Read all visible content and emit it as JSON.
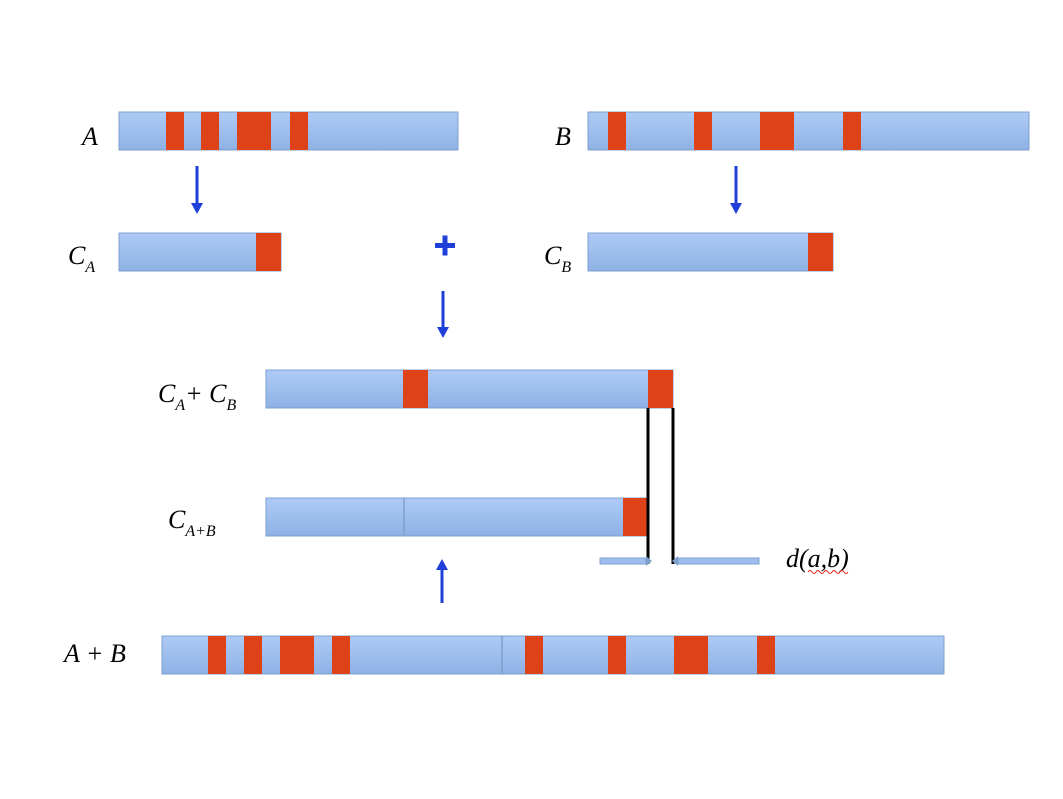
{
  "labels": {
    "a": "A",
    "b": "B",
    "ca_main": "C",
    "ca_sub": "A",
    "cb_main": "C",
    "cb_sub": "B",
    "sum_c1": "C",
    "sum_s1": "A",
    "sum_plus": "+ C",
    "sum_s2": "B",
    "cab_main": "C",
    "cab_sub": "A+B",
    "distance": "d(a,b)",
    "ab": "A + B"
  },
  "colors": {
    "bar_top": "#a9c8f4",
    "bar_bottom": "#8fb2e6",
    "segment": "#dd4218",
    "arrow": "#1f3fd8",
    "line": "#000000"
  },
  "icons": {
    "plus": "plus-icon",
    "arrow_down": "arrow-down-icon",
    "arrow_up": "arrow-up-icon"
  }
}
